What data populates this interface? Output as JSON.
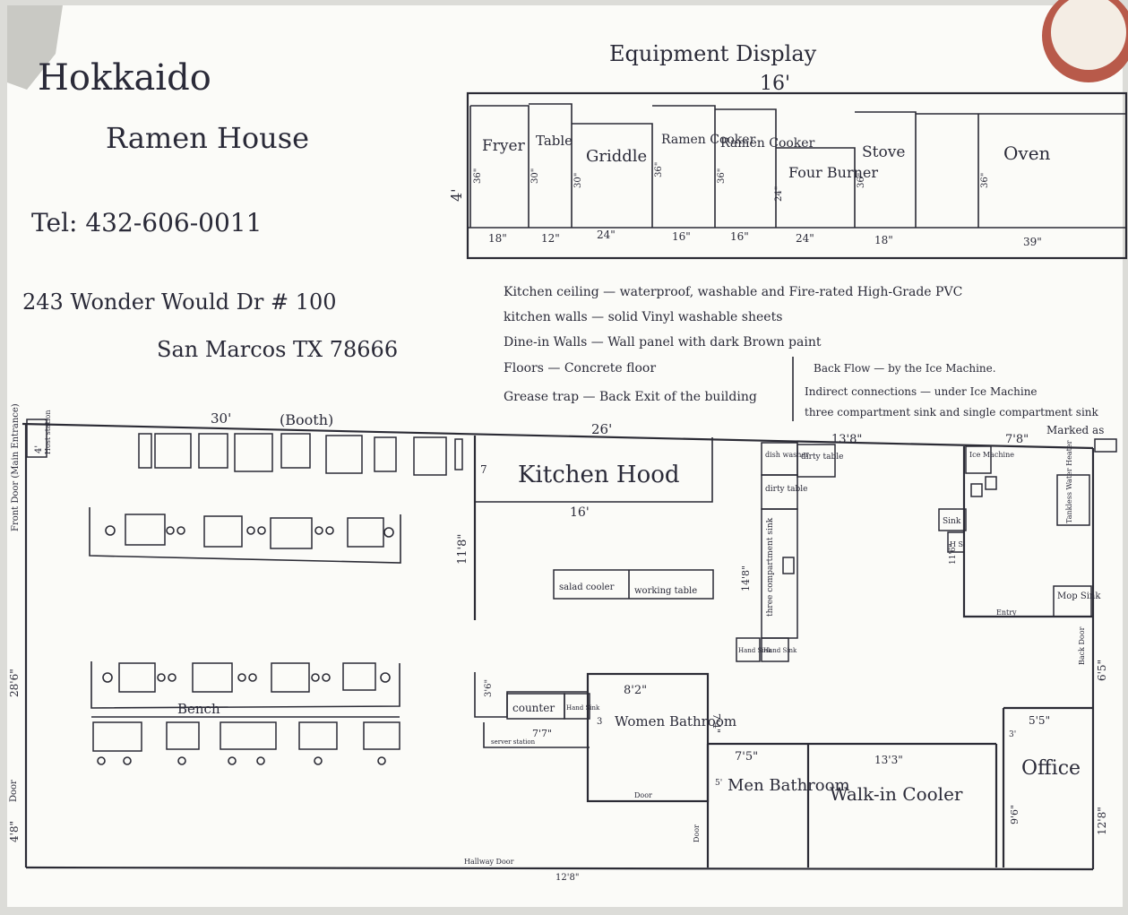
{
  "header": {
    "name_line1": "Hokkaido",
    "name_line2": "Ramen House",
    "phone": "Tel: 432-606-0011",
    "address_line1": "243 Wonder Would Dr # 100",
    "address_line2": "San Marcos TX 78666"
  },
  "equipment_display": {
    "title": "Equipment Display",
    "total_width": "16'",
    "depth": "4'",
    "items": [
      {
        "label": "Fryer",
        "depth": "36\"",
        "width": "18\""
      },
      {
        "label": "Table",
        "depth": "30\"",
        "width": "12\""
      },
      {
        "label": "Griddle",
        "depth": "30\"",
        "width": "24\""
      },
      {
        "label": "Ramen Cooker",
        "depth": "36\"",
        "width": "16\""
      },
      {
        "label": "Ramen Cooker",
        "depth": "36\"",
        "width": "16\""
      },
      {
        "label": "Four Burner",
        "depth": "24\"",
        "width": "24\""
      },
      {
        "label": "Stove",
        "depth": "36\"",
        "width": "18\""
      },
      {
        "label": "Oven",
        "depth": "36\"",
        "width": "39\""
      }
    ]
  },
  "notes": [
    "Kitchen ceiling — waterproof, washable and Fire-rated High-Grade PVC",
    "kitchen walls — solid Vinyl washable sheets",
    "Dine-in Walls — Wall panel with dark Brown paint",
    "Floors — Concrete floor",
    "Grease trap — Back Exit of the building"
  ],
  "side_notes": [
    "Back Flow — by the Ice Machine.",
    "Indirect connections — under Ice Machine",
    "three compartment sink and single compartment sink",
    "Marked as"
  ],
  "floor_plan": {
    "front_door": "Front Door (Main Entrance)",
    "host_station_width": "4'",
    "host_station": "Host station",
    "dining_width": "30'",
    "booth": "(Booth)",
    "dining_depth": "28'6\"",
    "bench": "Bench",
    "side_door": "Door",
    "side_door_width": "4'8\"",
    "kitchen_width": "26'",
    "kitchen_depth": "11'8\"",
    "kitchen_hood": "Kitchen Hood",
    "hood_width": "16'",
    "hood_depth": "7",
    "salad_cooler": "salad cooler",
    "working_table": "working table",
    "dish_washer": "dish washer",
    "dirty_table": "dirty table",
    "dirty_table_2": "dirty table",
    "three_comp_sink": "three compartment sink",
    "three_comp_length": "14'8\"",
    "hand_sink_1": "Hand Sink",
    "hand_sink_2": "Hand Sink",
    "counter_depth": "3'6\"",
    "counter": "counter",
    "hand_sink_3": "Hand Sink",
    "server_station": "server station",
    "server_width": "7'7\"",
    "women_width": "8'2\"",
    "women_depth": "7'4\"",
    "women_3": "3",
    "women_bath": "Women Bathroom",
    "women_door": "Door",
    "men_width": "7'5\"",
    "men_5": "5'",
    "men_bath": "Men Bathroom",
    "back_door": "Door",
    "hallway_door": "Hallway Door",
    "hallway_width": "12'8\"",
    "walkin_width": "13'3\"",
    "walkin": "Walk-in Cooler",
    "office_width": "5'5\"",
    "office_3": "3'",
    "office_depth": "9'6\"",
    "office": "Office",
    "right_depth": "12'8\"",
    "back_door_right": "Back Door",
    "back_door_right_width": "6'5\"",
    "prep_width": "13'8\"",
    "storage_width": "7'8\"",
    "ice_machine": "Ice Machine",
    "sink": "Sink",
    "hand_sink_4": "H S",
    "mop_sink": "Mop Sink",
    "tankless": "Tankless Water Heater",
    "storage_depth": "11'6\"",
    "entry": "Entry"
  }
}
